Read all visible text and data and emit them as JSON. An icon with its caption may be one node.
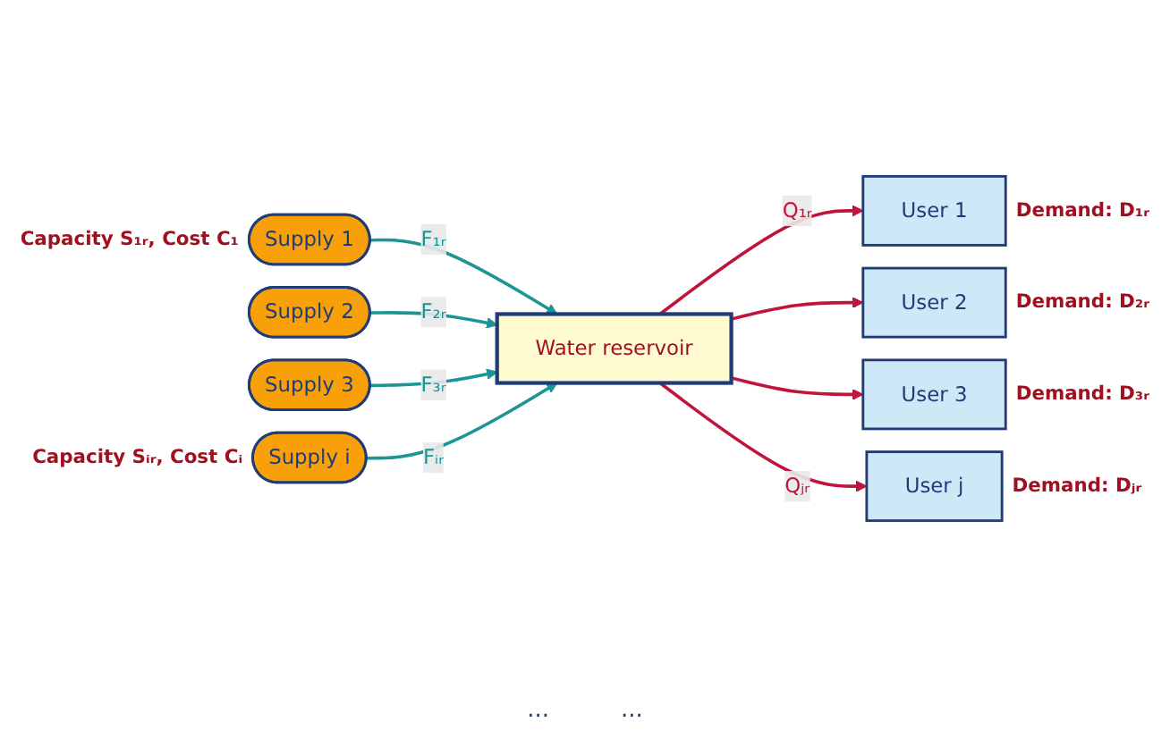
{
  "diagram": {
    "nodes": [
      {
        "text": [
          "Supply 1"
        ],
        "beside": [
          "Capacity S₁ᵣ, Cost C₁"
        ]
      },
      {
        "text": [
          "Supply 2"
        ]
      },
      {
        "text": [
          "Supply 3"
        ]
      },
      {
        "text": [
          "Supply i"
        ],
        "beside": [
          "Capacity Sᵢᵣ, Cost Cᵢ"
        ]
      },
      {
        "text": [
          "Water reservoir"
        ]
      },
      {
        "text": [
          "User 1"
        ],
        "beside": [
          "Demand: D₁ᵣ"
        ]
      },
      {
        "text": [
          "User 2"
        ],
        "beside": [
          "Demand: D₂ᵣ"
        ]
      },
      {
        "text": [
          "User 3"
        ],
        "beside": [
          "Demand: D₃ᵣ"
        ]
      },
      {
        "text": [
          "User j"
        ],
        "beside": [
          "Demand: Dⱼᵣ"
        ]
      }
    ],
    "edges": [
      {
        "from": 0,
        "to": 4,
        "arrow": "to",
        "label": "F₁ᵣ",
        "color": "#1a9696"
      },
      {
        "from": 1,
        "to": 4,
        "arrow": "to",
        "label": "F₂ᵣ",
        "color": "#1a9696"
      },
      {
        "from": 2,
        "to": 4,
        "arrow": "to",
        "label": "F₃ᵣ",
        "color": "#1a9696"
      },
      {
        "from": 3,
        "to": 4,
        "arrow": "to",
        "label": "Fᵢᵣ",
        "color": "#1a9696"
      },
      {
        "from": 4,
        "to": 5,
        "arrow": "to",
        "label": "Q₁ᵣ",
        "color": "#c0143c"
      },
      {
        "from": 4,
        "to": 6,
        "arrow": "to",
        "color": "#c0143c"
      },
      {
        "from": 4,
        "to": 7,
        "arrow": "to",
        "color": "#c0143c"
      },
      {
        "from": 4,
        "to": 8,
        "arrow": "to",
        "label": "Qⱼᵣ",
        "color": "#c0143c"
      }
    ],
    "labels": [
      "...",
      "..."
    ]
  }
}
